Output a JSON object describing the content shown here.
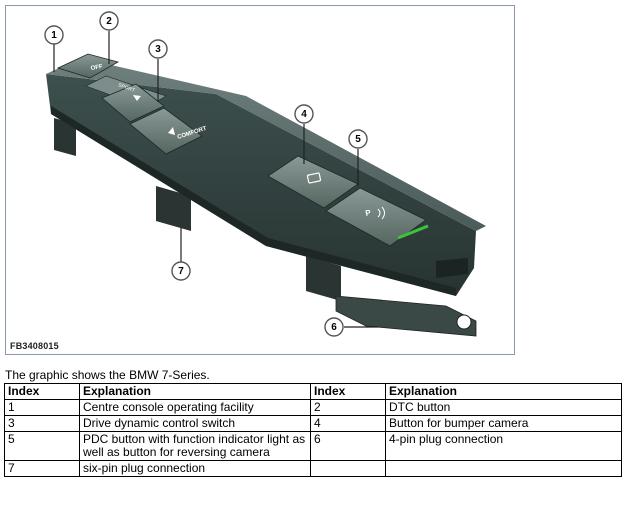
{
  "figure": {
    "code": "FB3408015",
    "button_labels": {
      "dtc": "OFF",
      "comfort": "COMFORT",
      "sport": "SPORT"
    },
    "callouts": [
      "1",
      "2",
      "3",
      "4",
      "5",
      "6",
      "7"
    ],
    "colors": {
      "housing": "#3d504e",
      "indicator": "#3cc43c"
    }
  },
  "caption": "The graphic shows the BMW 7-Series.",
  "table": {
    "headers": [
      "Index",
      "Explanation",
      "Index",
      "Explanation"
    ],
    "rows": [
      [
        "1",
        "Centre console operating facility",
        "2",
        "DTC button"
      ],
      [
        "3",
        "Drive dynamic control switch",
        "4",
        "Button for bumper camera"
      ],
      [
        "5",
        "PDC button with function indicator light as well as button for reversing camera",
        "6",
        "4-pin plug connection"
      ],
      [
        "7",
        "six-pin plug connection",
        "",
        ""
      ]
    ]
  }
}
